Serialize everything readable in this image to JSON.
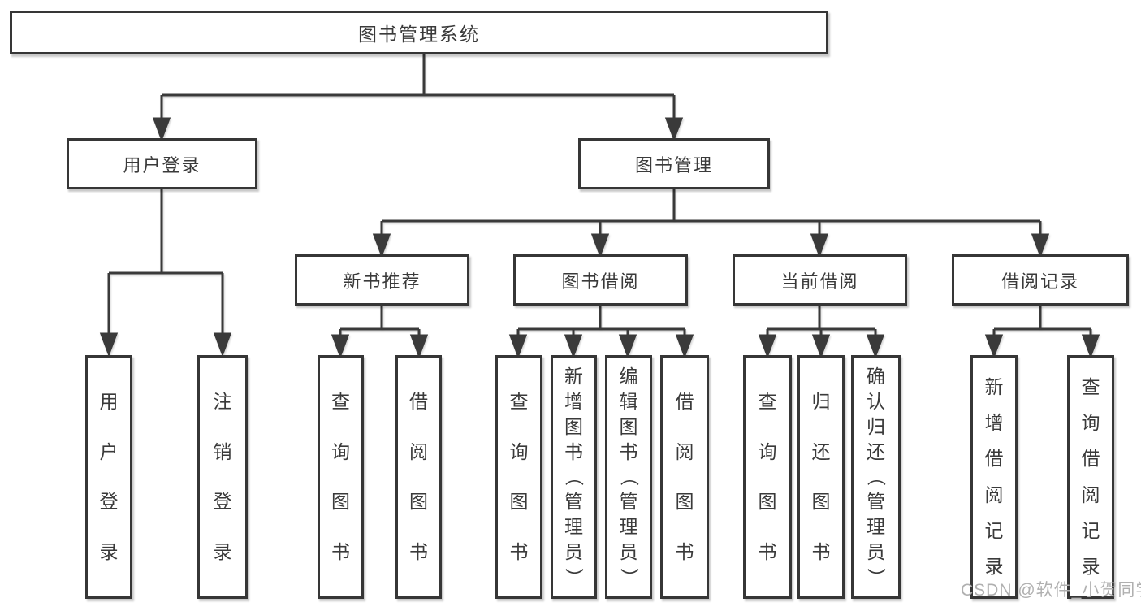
{
  "title": "图书管理系统",
  "tree": {
    "label": "图书管理系统",
    "children": [
      {
        "label": "用户登录",
        "children": [
          {
            "label": "用户登录"
          },
          {
            "label": "注销登录"
          }
        ]
      },
      {
        "label": "图书管理",
        "children": [
          {
            "label": "新书推荐",
            "children": [
              {
                "label": "查询图书"
              },
              {
                "label": "借阅图书"
              }
            ]
          },
          {
            "label": "图书借阅",
            "children": [
              {
                "label": "查询图书"
              },
              {
                "label": "新增图书（管理员）"
              },
              {
                "label": "编辑图书（管理员）"
              },
              {
                "label": "借阅图书"
              }
            ]
          },
          {
            "label": "当前借阅",
            "children": [
              {
                "label": "查询图书"
              },
              {
                "label": "归还图书"
              },
              {
                "label": "确认归还（管理员）"
              }
            ]
          },
          {
            "label": "借阅记录",
            "children": [
              {
                "label": "新增借阅记录"
              },
              {
                "label": "查询借阅记录"
              }
            ]
          }
        ]
      }
    ]
  },
  "watermark": "CSDN @软件_小贺同学",
  "colors": {
    "background": "#ffffff",
    "box_border": "#363636",
    "line": "#3a3a3a",
    "text": "#3a3a3a",
    "watermark": "#b0b0b0"
  }
}
